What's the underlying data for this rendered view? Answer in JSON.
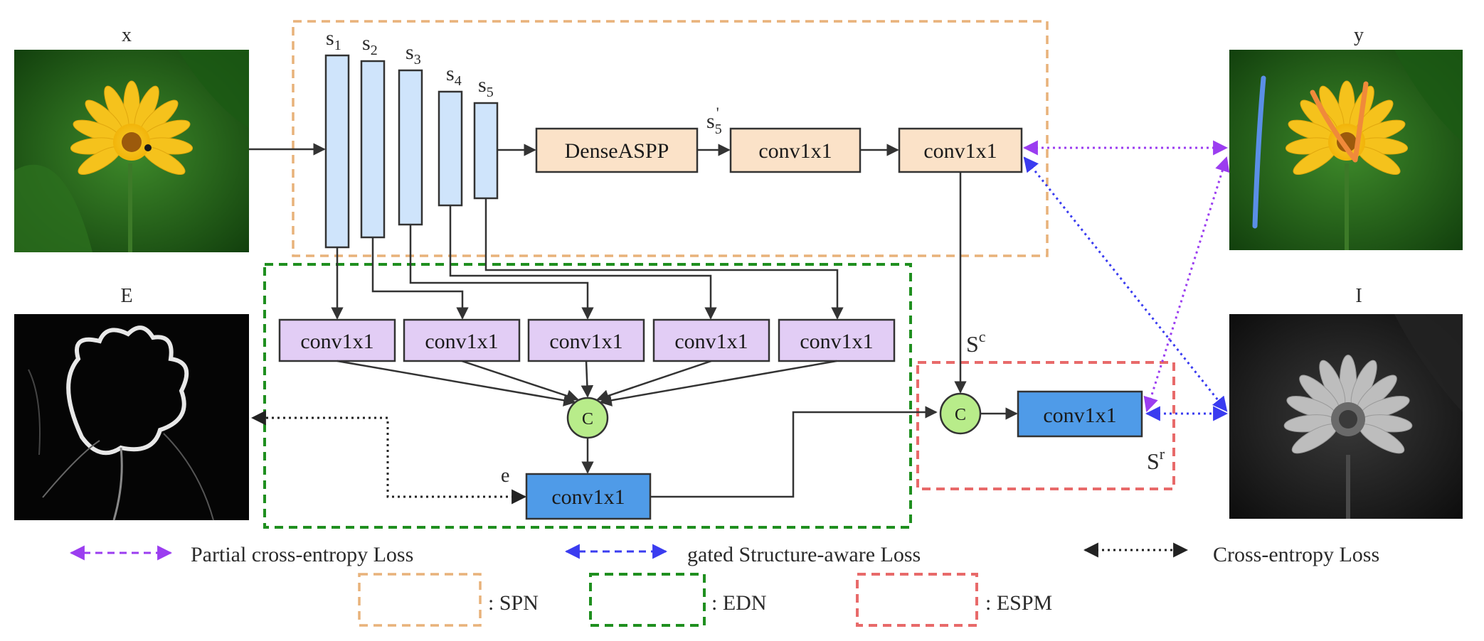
{
  "images": {
    "x": "x",
    "y": "y",
    "E": "E",
    "I": "I"
  },
  "spn": {
    "stages": [
      {
        "base": "s",
        "sub": "1"
      },
      {
        "base": "s",
        "sub": "2"
      },
      {
        "base": "s",
        "sub": "3"
      },
      {
        "base": "s",
        "sub": "4"
      },
      {
        "base": "s",
        "sub": "5"
      }
    ],
    "dense_aspp": "DenseASPP",
    "s5_prime_base": "s",
    "s5_prime_sub": "5",
    "s5_prime_mark": "'",
    "conv_a": "conv1x1",
    "conv_b": "conv1x1"
  },
  "edn": {
    "convs": [
      "conv1x1",
      "conv1x1",
      "conv1x1",
      "conv1x1",
      "conv1x1"
    ],
    "concat": "C",
    "e_label": "e",
    "conv_out": "conv1x1"
  },
  "espm": {
    "sc_base": "S",
    "sc_sup": "c",
    "concat": "C",
    "conv": "conv1x1",
    "sr_base": "S",
    "sr_sup": "r"
  },
  "legend": {
    "partial_ce": "Partial cross-entropy Loss",
    "gated_sa": "gated Structure-aware Loss",
    "ce": "Cross-entropy Loss",
    "spn": ": SPN",
    "edn": ": EDN",
    "espm": ": ESPM"
  },
  "colors": {
    "spn_border": "#e8b27a",
    "edn_border": "#1f8f1f",
    "espm_border": "#e86a6a",
    "stage_fill": "#cfe4fb",
    "spn_box_fill": "#fbe2c8",
    "edn_conv_fill": "#e2cdf5",
    "blue_conv_fill": "#4f9be8",
    "concat_fill": "#b8ec8a",
    "purple_arrow": "#9b3df0",
    "blue_arrow": "#3a3cf0",
    "black_arrow": "#222222"
  }
}
